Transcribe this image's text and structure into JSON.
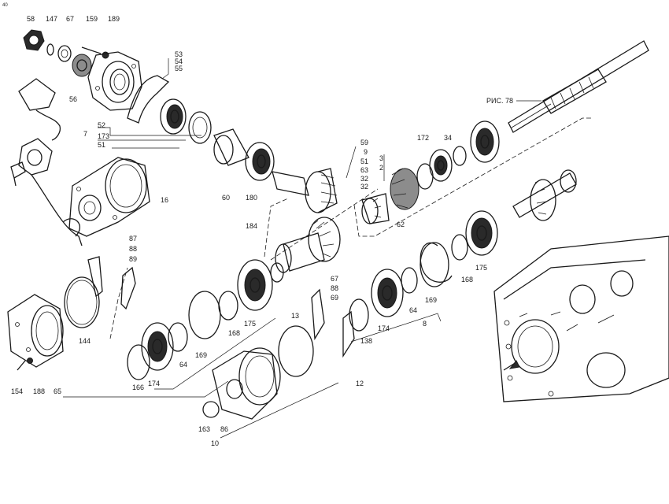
{
  "corner_mark": "40",
  "shaft_reference": "РИС. 78",
  "labels": [
    {
      "id": "l58a",
      "text": "58"
    },
    {
      "id": "l147",
      "text": "147"
    },
    {
      "id": "l67a",
      "text": "67"
    },
    {
      "id": "l159",
      "text": "159"
    },
    {
      "id": "l189",
      "text": "189"
    },
    {
      "id": "l53",
      "text": "53"
    },
    {
      "id": "l54",
      "text": "54"
    },
    {
      "id": "l55",
      "text": "55"
    },
    {
      "id": "l56",
      "text": "56"
    },
    {
      "id": "l52",
      "text": "52"
    },
    {
      "id": "l7",
      "text": "7"
    },
    {
      "id": "l173",
      "text": "173"
    },
    {
      "id": "l51",
      "text": "51"
    },
    {
      "id": "l59",
      "text": "59"
    },
    {
      "id": "l9",
      "text": "9"
    },
    {
      "id": "l51b",
      "text": "51"
    },
    {
      "id": "l63",
      "text": "63"
    },
    {
      "id": "l32a",
      "text": "32"
    },
    {
      "id": "l32b",
      "text": "32"
    },
    {
      "id": "l3",
      "text": "3"
    },
    {
      "id": "l2",
      "text": "2"
    },
    {
      "id": "l172",
      "text": "172"
    },
    {
      "id": "l34",
      "text": "34"
    },
    {
      "id": "l60",
      "text": "60"
    },
    {
      "id": "l180",
      "text": "180"
    },
    {
      "id": "l62",
      "text": "62"
    },
    {
      "id": "l16",
      "text": "16"
    },
    {
      "id": "l184",
      "text": "184"
    },
    {
      "id": "l87",
      "text": "87"
    },
    {
      "id": "l88a",
      "text": "88"
    },
    {
      "id": "l89",
      "text": "89"
    },
    {
      "id": "l144",
      "text": "144"
    },
    {
      "id": "l154",
      "text": "154"
    },
    {
      "id": "l188a",
      "text": "188"
    },
    {
      "id": "l65",
      "text": "65"
    },
    {
      "id": "l166",
      "text": "166"
    },
    {
      "id": "l174a",
      "text": "174"
    },
    {
      "id": "l64a",
      "text": "64"
    },
    {
      "id": "l169a",
      "text": "169"
    },
    {
      "id": "l168a",
      "text": "168"
    },
    {
      "id": "l175a",
      "text": "175"
    },
    {
      "id": "l13",
      "text": "13"
    },
    {
      "id": "l67b",
      "text": "67"
    },
    {
      "id": "l88b",
      "text": "88"
    },
    {
      "id": "l69",
      "text": "69"
    },
    {
      "id": "l138",
      "text": "138"
    },
    {
      "id": "l174b",
      "text": "174"
    },
    {
      "id": "l64b",
      "text": "64"
    },
    {
      "id": "l169b",
      "text": "169"
    },
    {
      "id": "l168b",
      "text": "168"
    },
    {
      "id": "l175b",
      "text": "175"
    },
    {
      "id": "l8",
      "text": "8"
    },
    {
      "id": "l12",
      "text": "12"
    },
    {
      "id": "l163",
      "text": "163"
    },
    {
      "id": "l86",
      "text": "86"
    },
    {
      "id": "l10",
      "text": "10"
    }
  ]
}
